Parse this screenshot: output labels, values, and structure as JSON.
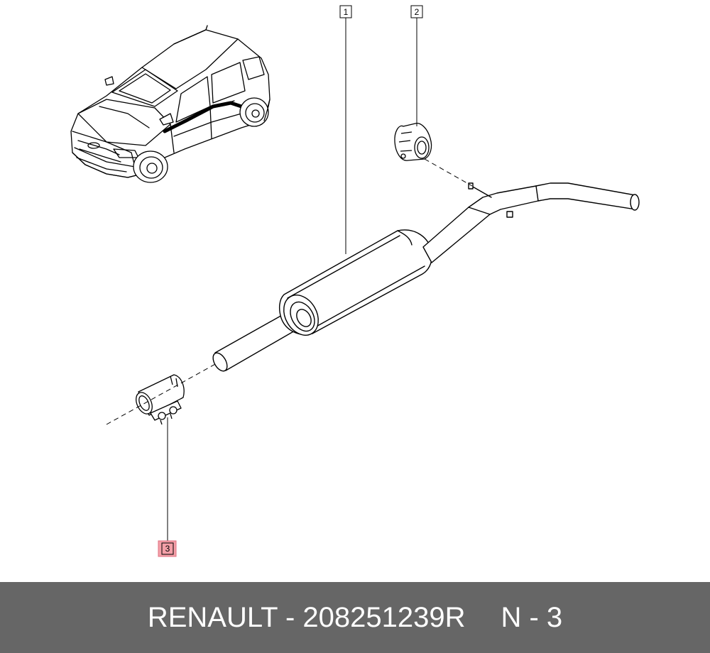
{
  "callouts": {
    "part1": "1",
    "part2": "2",
    "part3": "3"
  },
  "highlight_color": "#f4a0a8",
  "footer": {
    "part_label": "RENAULT - 208251239R",
    "ref_label": "N - 3"
  }
}
